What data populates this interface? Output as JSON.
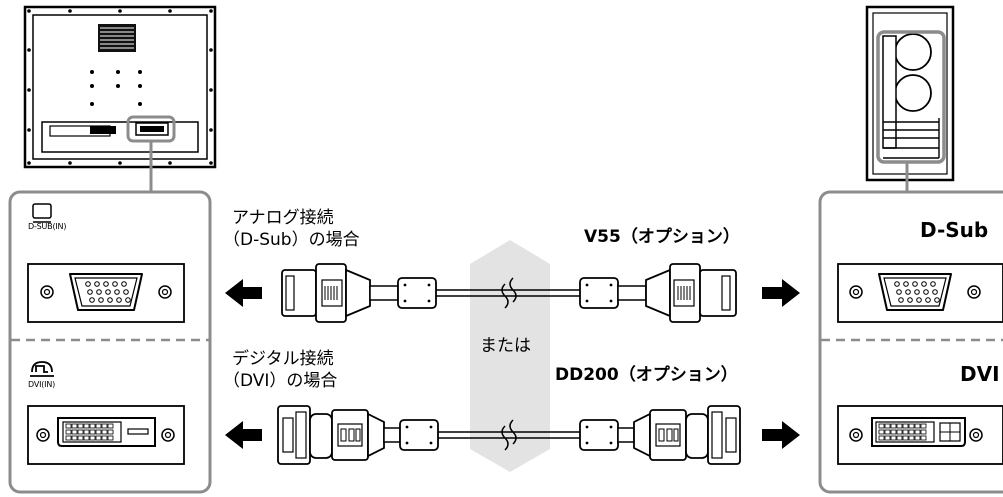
{
  "monitor": {
    "port_top_label": "D-SUB(IN)",
    "port_bottom_label": "DVI(IN)"
  },
  "cables": {
    "analog_label_line1": "アナログ接続",
    "analog_label_line2": "（D-Sub）の場合",
    "analog_cable_name": "V55（オプション）",
    "digital_label_line1": "デジタル接続",
    "digital_label_line2": "（DVI）の場合",
    "digital_cable_name": "DD200（オプション）",
    "or_label": "または"
  },
  "pc": {
    "port_top_label": "D-Sub",
    "port_bottom_label": "DVI"
  },
  "colors": {
    "panel_border": "#8c8c8c",
    "dashed_line": "#8c8c8c",
    "or_band": "#e3e3e3",
    "outline": "#000000"
  }
}
